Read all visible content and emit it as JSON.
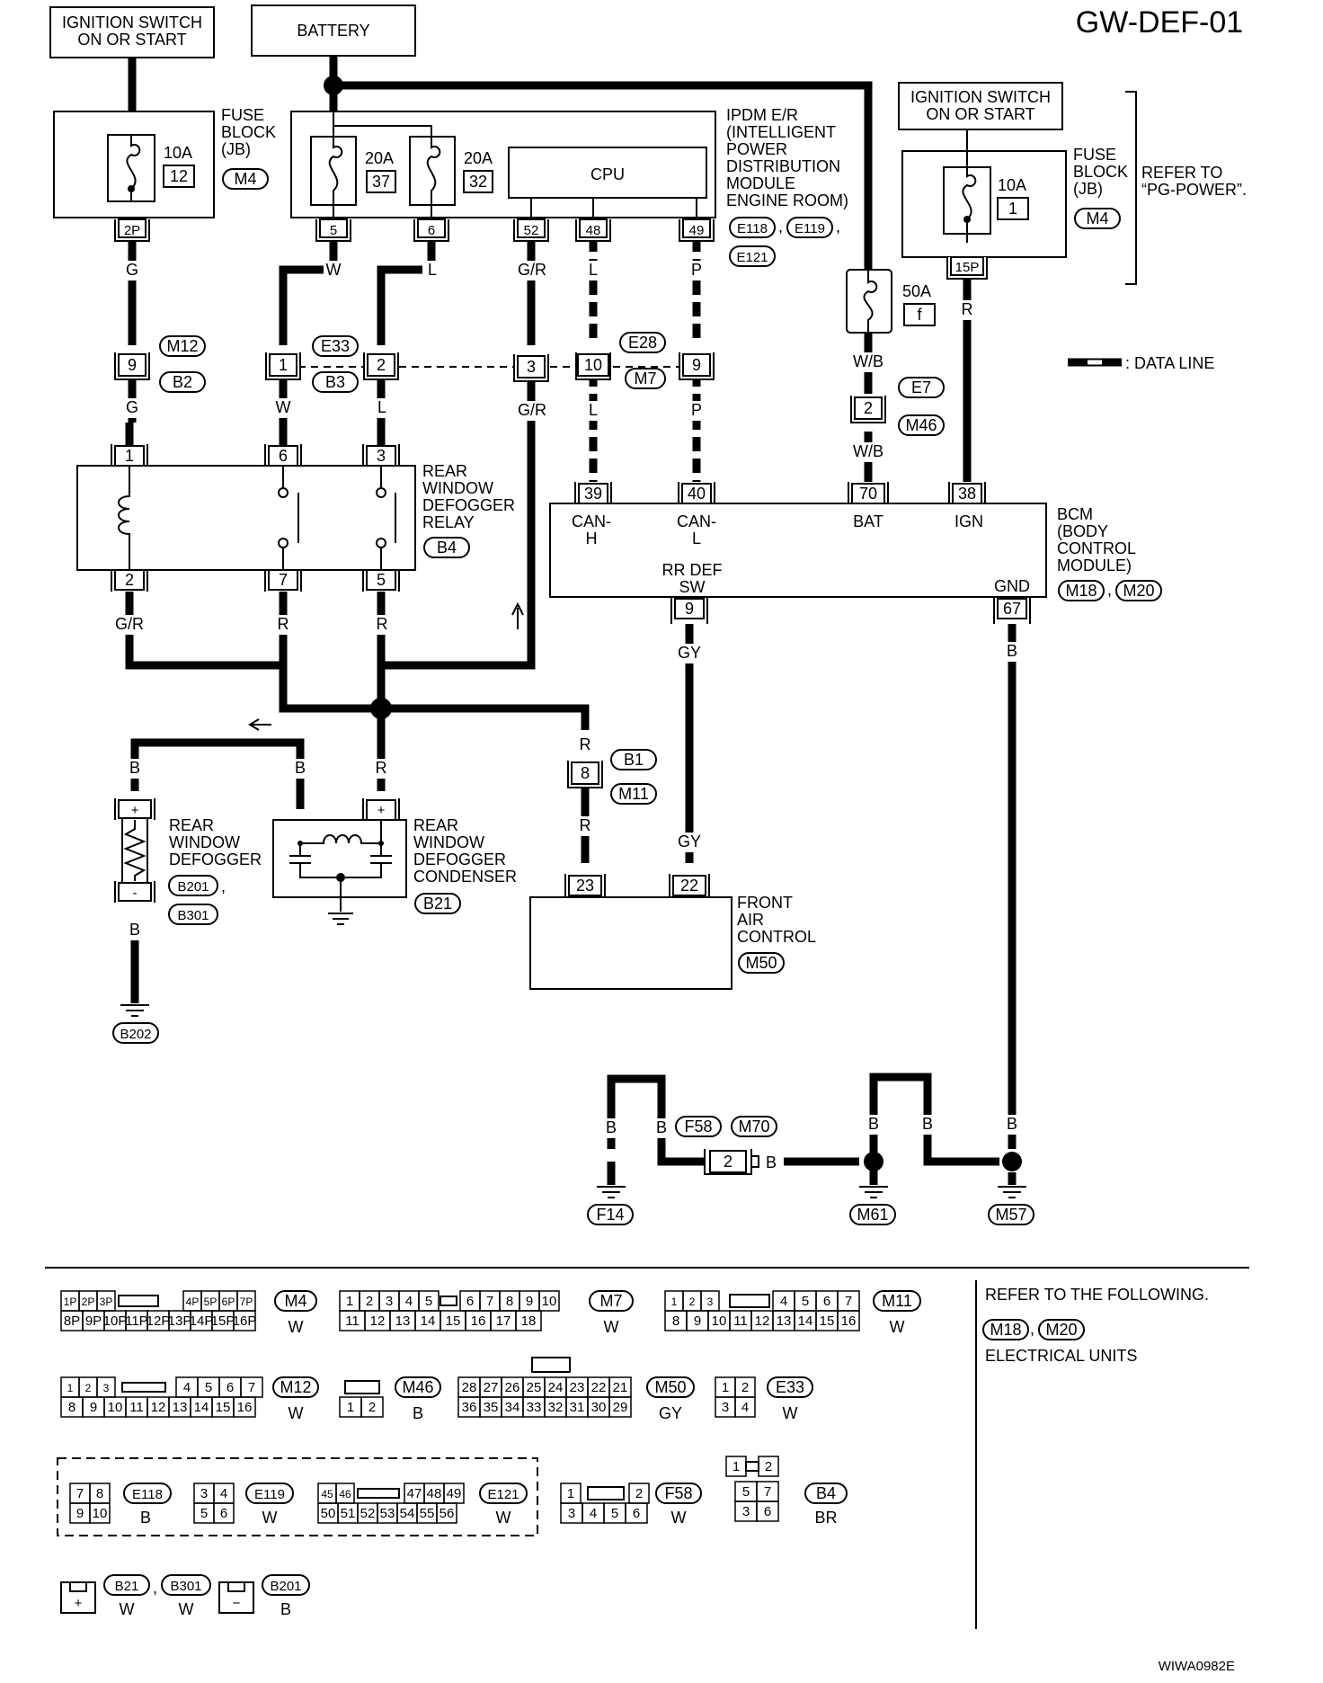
{
  "title": "GW-DEF-01",
  "footer_code": "WIWA0982E",
  "top": {
    "ign1": [
      "IGNITION SWITCH",
      "ON OR START"
    ],
    "battery": "BATTERY",
    "ign2": [
      "IGNITION SWITCH",
      "ON OR START"
    ],
    "refer_pg": [
      "REFER TO",
      "“PG-POWER”."
    ]
  },
  "fuse1": {
    "label": [
      "FUSE",
      "BLOCK",
      "(JB)"
    ],
    "amp": "10A",
    "num": "12",
    "conn": "M4",
    "term": "2P"
  },
  "ipdm": {
    "label": [
      "IPDM E/R",
      "(INTELLIGENT",
      "POWER",
      "DISTRIBUTION",
      "MODULE",
      "ENGINE ROOM)"
    ],
    "fuse_a_amp": "20A",
    "fuse_a_num": "37",
    "fuse_b_amp": "20A",
    "fuse_b_num": "32",
    "cpu": "CPU",
    "terms": [
      "5",
      "6",
      "52",
      "48",
      "49"
    ],
    "conns": [
      "E118",
      "E119",
      "E121"
    ]
  },
  "fuse2": {
    "label": [
      "FUSE",
      "BLOCK",
      "(JB)"
    ],
    "amp": "10A",
    "num": "1",
    "conn": "M4",
    "term": "15P"
  },
  "fusible": {
    "amp": "50A",
    "num": "f"
  },
  "legend": ": DATA LINE",
  "wires": {
    "g": "G",
    "w": "W",
    "l": "L",
    "gr": "G/R",
    "p": "P",
    "r": "R",
    "wb": "W/B",
    "b": "B",
    "gy": "GY"
  },
  "joints": {
    "j9": "9",
    "m12": "M12",
    "b2": "B2",
    "j1": "1",
    "j2": "2",
    "e33": "E33",
    "b3": "B3",
    "j3": "3",
    "j10": "10",
    "j9b": "9",
    "e28": "E28",
    "m7": "M7",
    "j2b": "2",
    "e7": "E7",
    "m46": "M46",
    "j8": "8",
    "b1": "B1",
    "m11": "M11"
  },
  "relay": {
    "label": [
      "REAR",
      "WINDOW",
      "DEFOGGER",
      "RELAY"
    ],
    "conn": "B4",
    "top": [
      "1",
      "6",
      "3"
    ],
    "bottom": [
      "2",
      "7",
      "5"
    ]
  },
  "bcm": {
    "label": [
      "BCM",
      "(BODY",
      "CONTROL",
      "MODULE)"
    ],
    "conns": [
      "M18",
      "M20"
    ],
    "terms_top": [
      "39",
      "40",
      "70",
      "38"
    ],
    "pins_top": [
      "CAN-",
      "H",
      "CAN-",
      "L",
      "BAT",
      "IGN"
    ],
    "rrdef": [
      "RR DEF",
      "SW"
    ],
    "gnd": "GND",
    "terms_bottom": [
      "9",
      "67"
    ]
  },
  "defogger": {
    "label": [
      "REAR",
      "WINDOW",
      "DEFOGGER"
    ],
    "conns": [
      "B201",
      "B301"
    ],
    "ground": "B202"
  },
  "condenser": {
    "label": [
      "REAR",
      "WINDOW",
      "DEFOGGER",
      "CONDENSER"
    ],
    "conn": "B21"
  },
  "fac": {
    "label": [
      "FRONT",
      "AIR",
      "CONTROL"
    ],
    "conn": "M50",
    "terms": [
      "23",
      "22"
    ]
  },
  "grounds": {
    "f14": "F14",
    "m61": "M61",
    "m57": "M57",
    "j2c": "2",
    "f58": "F58",
    "m70": "M70"
  },
  "connectors": {
    "m4": {
      "row1": [
        "1P",
        "2P",
        "3P",
        "4P",
        "5P",
        "6P",
        "7P"
      ],
      "row2": [
        "8P",
        "9P",
        "10P",
        "11P",
        "12P",
        "13P",
        "14P",
        "15P",
        "16P"
      ],
      "name": "M4",
      "color": "W"
    },
    "m7": {
      "row1": [
        "1",
        "2",
        "3",
        "4",
        "5",
        "6",
        "7",
        "8",
        "9",
        "10"
      ],
      "row2": [
        "11",
        "12",
        "13",
        "14",
        "15",
        "16",
        "17",
        "18"
      ],
      "name": "M7",
      "color": "W"
    },
    "m11": {
      "row1": [
        "1",
        "2",
        "3",
        "4",
        "5",
        "6",
        "7"
      ],
      "row2": [
        "8",
        "9",
        "10",
        "11",
        "12",
        "13",
        "14",
        "15",
        "16"
      ],
      "name": "M11",
      "color": "W"
    },
    "m12": {
      "row1": [
        "1",
        "2",
        "3",
        "4",
        "5",
        "6",
        "7"
      ],
      "row2": [
        "8",
        "9",
        "10",
        "11",
        "12",
        "13",
        "14",
        "15",
        "16"
      ],
      "name": "M12",
      "color": "W"
    },
    "m46": {
      "row2": [
        "1",
        "2"
      ],
      "name": "M46",
      "color": "B"
    },
    "m50": {
      "row1": [
        "28",
        "27",
        "26",
        "25",
        "24",
        "23",
        "22",
        "21"
      ],
      "row2": [
        "36",
        "35",
        "34",
        "33",
        "32",
        "31",
        "30",
        "29"
      ],
      "name": "M50",
      "color": "GY"
    },
    "e33": {
      "row1": [
        "1",
        "2"
      ],
      "row2": [
        "3",
        "4"
      ],
      "name": "E33",
      "color": "W"
    },
    "e118": {
      "row1": [
        "7",
        "8"
      ],
      "row2": [
        "9",
        "10"
      ],
      "name": "E118",
      "color": "B"
    },
    "e119": {
      "row1": [
        "3",
        "4"
      ],
      "row2": [
        "5",
        "6"
      ],
      "name": "E119",
      "color": "W"
    },
    "e121": {
      "row1": [
        "45",
        "46",
        "47",
        "48",
        "49"
      ],
      "row2": [
        "50",
        "51",
        "52",
        "53",
        "54",
        "55",
        "56"
      ],
      "name": "E121",
      "color": "W"
    },
    "f58": {
      "row1": [
        "1",
        "2"
      ],
      "row2": [
        "3",
        "4",
        "5",
        "6"
      ],
      "name": "F58",
      "color": "W"
    },
    "b4": {
      "row1": [
        "1",
        "2"
      ],
      "row2": [
        "5",
        "7"
      ],
      "row3": [
        "3",
        "6"
      ],
      "name": "B4",
      "color": "BR"
    },
    "b21": {
      "name": "B21",
      "color": "W",
      "sym": "+"
    },
    "b301": {
      "name": "B301",
      "color": "W"
    },
    "b201": {
      "name": "B201",
      "color": "B",
      "sym": "−"
    }
  },
  "refer": {
    "text": "REFER TO THE FOLLOWING.",
    "conns": [
      "M18",
      "M20"
    ],
    "units": "ELECTRICAL UNITS"
  }
}
